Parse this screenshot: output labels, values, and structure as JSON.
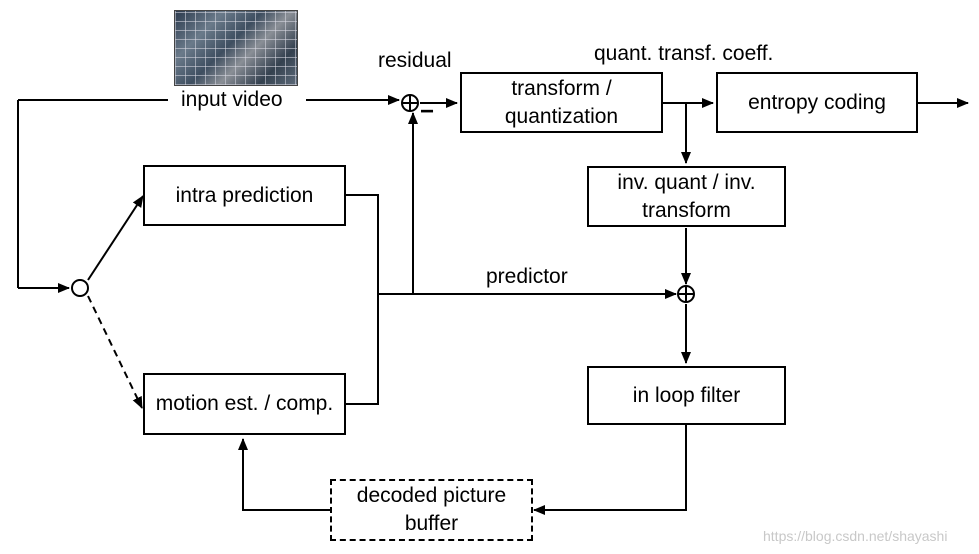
{
  "labels": {
    "input_video": "input video",
    "residual": "residual",
    "quant_coeff": "quant. transf. coeff.",
    "predictor": "predictor"
  },
  "boxes": {
    "transform": "transform / quantization",
    "entropy": "entropy coding",
    "inv_quant": "inv. quant / inv. transform",
    "intra": "intra prediction",
    "motion": "motion est. / comp.",
    "loop_filter": "in loop filter",
    "dpb": "decoded picture buffer"
  },
  "minus_sign": "−",
  "watermark": "https://blog.csdn.net/shayashi",
  "colors": {
    "line": "#000000",
    "watermark": "#c8c8c8"
  }
}
